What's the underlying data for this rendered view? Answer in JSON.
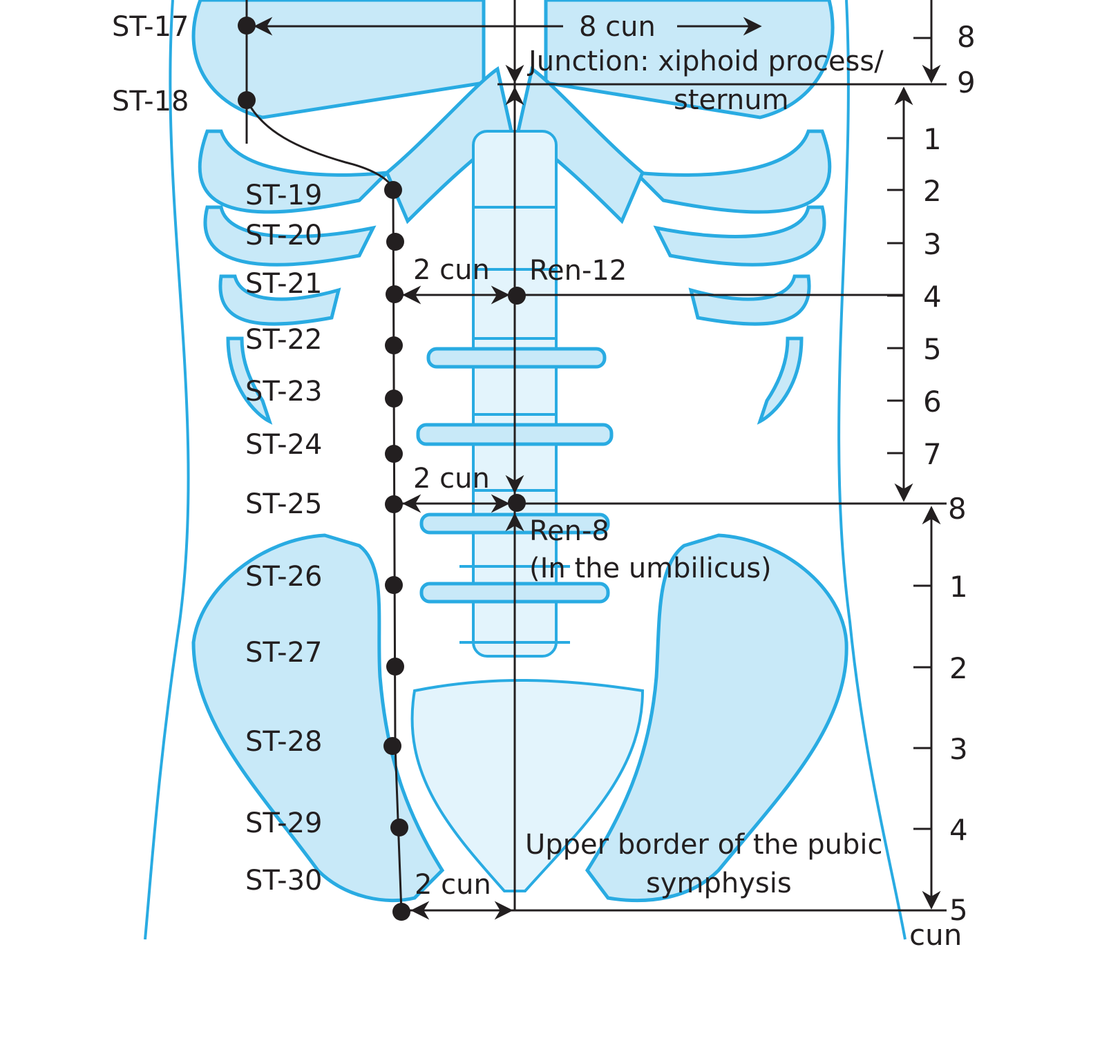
{
  "colors": {
    "bone_fill": "#c8e9f8",
    "bone_stroke": "#29abe2",
    "ink": "#231f20"
  },
  "stomach_points": [
    {
      "label": "ST-17"
    },
    {
      "label": "ST-18"
    },
    {
      "label": "ST-19"
    },
    {
      "label": "ST-20"
    },
    {
      "label": "ST-21"
    },
    {
      "label": "ST-22"
    },
    {
      "label": "ST-23"
    },
    {
      "label": "ST-24"
    },
    {
      "label": "ST-25"
    },
    {
      "label": "ST-26"
    },
    {
      "label": "ST-27"
    },
    {
      "label": "ST-28"
    },
    {
      "label": "ST-29"
    },
    {
      "label": "ST-30"
    }
  ],
  "ren_points": {
    "ren12": "Ren-12",
    "ren8": "Ren-8",
    "ren8_note": "(In the umbilicus)"
  },
  "measurements": {
    "top": "8 cun",
    "ren12": "2 cun",
    "ren8": "2 cun",
    "bottom": "2 cun"
  },
  "landmarks": {
    "xiphoid_line1": "Junction: xiphoid process/",
    "xiphoid_line2": "sternum",
    "pubic_line1": "Upper border of the pubic",
    "pubic_line2": "symphysis"
  },
  "scale_upper": [
    "8",
    "9"
  ],
  "scale_middle": [
    "1",
    "2",
    "3",
    "4",
    "5",
    "6",
    "7",
    "8"
  ],
  "scale_lower": [
    "1",
    "2",
    "3",
    "4",
    "5"
  ],
  "scale_unit": "cun"
}
